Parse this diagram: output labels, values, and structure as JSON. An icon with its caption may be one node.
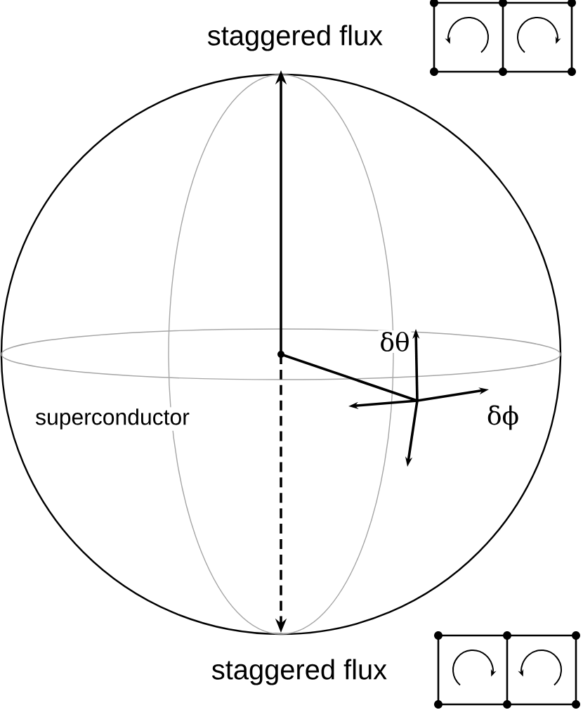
{
  "diagram": {
    "labels": [
      "staggered flux",
      "superconductor",
      "δθ",
      "δϕ",
      "staggered flux"
    ]
  }
}
